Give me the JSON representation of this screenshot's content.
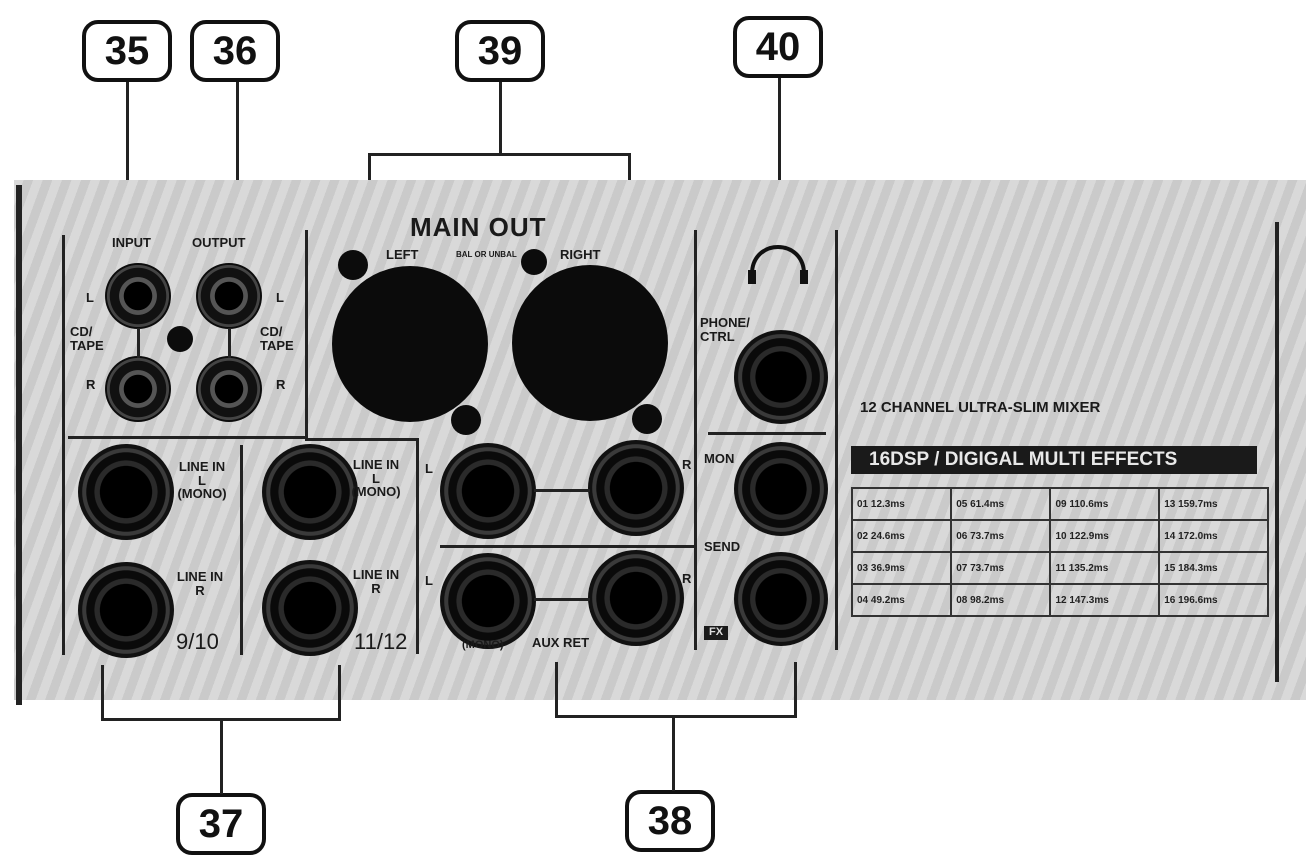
{
  "callouts": {
    "c35": "35",
    "c36": "36",
    "c37": "37",
    "c38": "38",
    "c39": "39",
    "c40": "40"
  },
  "panel": {
    "input": "INPUT",
    "output": "OUTPUT",
    "l": "L",
    "r": "R",
    "cd_tape": "CD/ TAPE",
    "main_out": "MAIN OUT",
    "left": "LEFT",
    "right": "RIGHT",
    "bal_unbal": "BAL OR UNBAL",
    "line_in_l": "LINE IN L (MONO)",
    "line_in_r": "LINE IN R",
    "ch_9_10": "9/10",
    "ch_11_12": "11/12",
    "mono": "(MONO)",
    "aux_ret": "AUX RET",
    "phone_ctrl": "PHONE/ CTRL",
    "mon": "MON",
    "send": "SEND",
    "fx": "FX",
    "mixer_title": "12 CHANNEL ULTRA-SLIM MIXER",
    "dsp_banner": "16DSP / DIGIGAL MULTI EFFECTS"
  },
  "fx_table": [
    [
      "01 12.3ms",
      "05 61.4ms",
      "09 110.6ms",
      "13 159.7ms"
    ],
    [
      "02 24.6ms",
      "06 73.7ms",
      "10 122.9ms",
      "14 172.0ms"
    ],
    [
      "03 36.9ms",
      "07 73.7ms",
      "11 135.2ms",
      "15 184.3ms"
    ],
    [
      "04 49.2ms",
      "08 98.2ms",
      "12 147.3ms",
      "16 196.6ms"
    ]
  ]
}
